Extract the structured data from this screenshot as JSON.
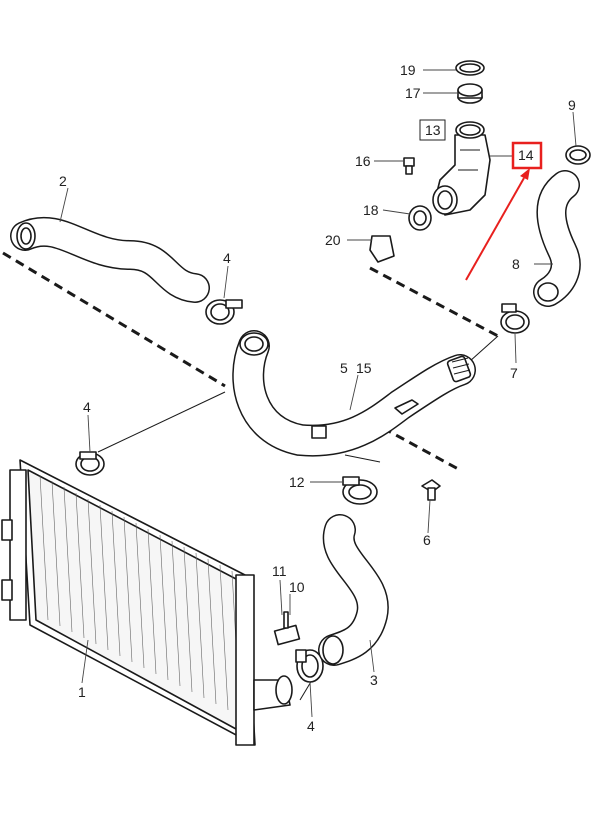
{
  "diagram": {
    "labels": {
      "p1": "1",
      "p2": "2",
      "p3": "3",
      "p4a": "4",
      "p4b": "4",
      "p4c": "4",
      "p5": "5",
      "p15": "15",
      "p6": "6",
      "p7": "7",
      "p8": "8",
      "p9": "9",
      "p10": "10",
      "p11": "11",
      "p12": "12",
      "p13": "13",
      "p14": "14",
      "p16": "16",
      "p17": "17",
      "p18": "18",
      "p19": "19",
      "p20": "20"
    },
    "colors": {
      "line": "#1a1a1a",
      "highlight": "#e8201e",
      "background": "#ffffff"
    }
  }
}
